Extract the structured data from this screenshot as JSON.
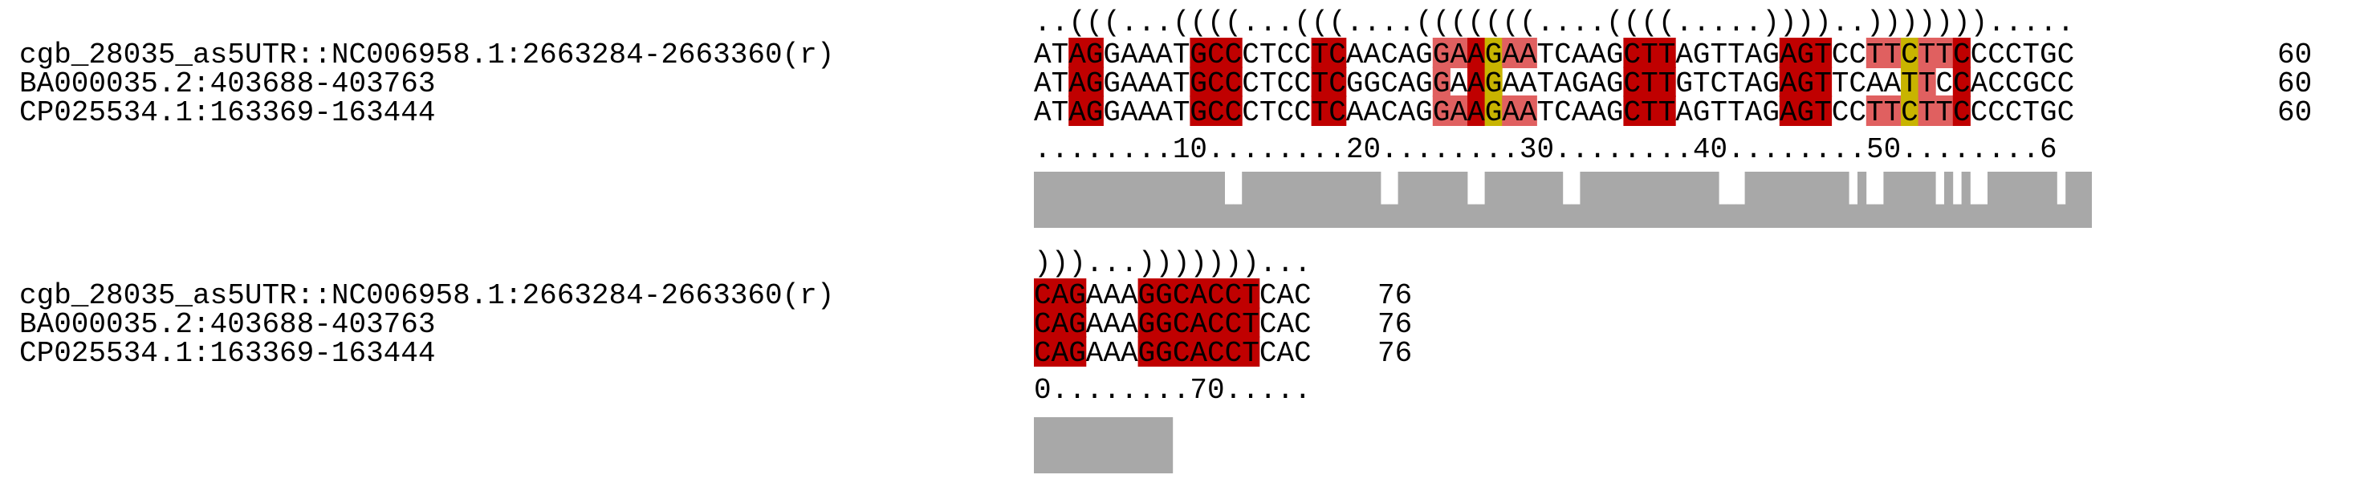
{
  "colors": {
    "paired_strong": "#c00000",
    "paired_light": "#e06060",
    "compensatory": "#c8b400",
    "conservation_bar": "#a8a8a8"
  },
  "blocks": [
    {
      "structure": "..(((...((((...(((....(((((((....((((.....))))..))))))).....",
      "ruler": "........10........20........30........40........50........6",
      "length_labels": [
        "60",
        "60",
        "60"
      ],
      "sequences": [
        {
          "name": "cgb_28035_as5UTR::NC006958.1:2663284-2663360(r)",
          "seq": "ATAGGAAATGCCCTCCTCAACAGGAAGAATCAAGCTTAGTTAGAGTCCTTCTTCCCCTGC"
        },
        {
          "name": "BA000035.2:403688-403763",
          "seq": "ATAGGAAATGCCCTCCTCGGCAGGAAGAATAGAGCTTGTCTAGAGTTCAATTCCACCGCC"
        },
        {
          "name": "CP025534.1:163369-163444",
          "seq": "ATAGGAAATGCCCTCCTCAACAGGAAGAATCAAGCTTAGTTAGAGTCCTTCTTCCCCTGC"
        }
      ],
      "pair_shading": [
        [
          [
            2,
            4,
            "s"
          ],
          [
            9,
            12,
            "s"
          ],
          [
            16,
            18,
            "s"
          ],
          [
            23,
            25,
            "l"
          ],
          [
            25,
            26,
            "s"
          ],
          [
            26,
            27,
            "y"
          ],
          [
            27,
            29,
            "l"
          ],
          [
            34,
            37,
            "s"
          ],
          [
            43,
            46,
            "s"
          ],
          [
            48,
            50,
            "l"
          ],
          [
            50,
            51,
            "y"
          ],
          [
            51,
            53,
            "l"
          ],
          [
            53,
            54,
            "s"
          ]
        ],
        [
          [
            2,
            4,
            "s"
          ],
          [
            9,
            12,
            "s"
          ],
          [
            16,
            18,
            "s"
          ],
          [
            23,
            24,
            "l"
          ],
          [
            25,
            26,
            "s"
          ],
          [
            26,
            27,
            "y"
          ],
          [
            34,
            37,
            "s"
          ],
          [
            43,
            46,
            "s"
          ],
          [
            50,
            51,
            "y"
          ],
          [
            51,
            52,
            "l"
          ],
          [
            53,
            54,
            "s"
          ]
        ],
        [
          [
            2,
            4,
            "s"
          ],
          [
            9,
            12,
            "s"
          ],
          [
            16,
            18,
            "s"
          ],
          [
            23,
            25,
            "l"
          ],
          [
            25,
            26,
            "s"
          ],
          [
            26,
            27,
            "y"
          ],
          [
            27,
            29,
            "l"
          ],
          [
            34,
            37,
            "s"
          ],
          [
            43,
            46,
            "s"
          ],
          [
            48,
            50,
            "l"
          ],
          [
            50,
            51,
            "y"
          ],
          [
            51,
            53,
            "l"
          ],
          [
            53,
            54,
            "s"
          ]
        ]
      ],
      "conservation": [
        1,
        1,
        1,
        1,
        1,
        1,
        1,
        1,
        1,
        1,
        1,
        1,
        1,
        1,
        1,
        1,
        1,
        1,
        1,
        1,
        1,
        1,
        0.42,
        0.42,
        1,
        1,
        1,
        1,
        1,
        1,
        1,
        1,
        1,
        1,
        1,
        1,
        1,
        1,
        1,
        1,
        0.42,
        0.42,
        1,
        1,
        1,
        1,
        1,
        1,
        1,
        1,
        0.42,
        0.42,
        1,
        1,
        1,
        1,
        1,
        1,
        1,
        1,
        1,
        0.42,
        0.42,
        1,
        1,
        1,
        1,
        1,
        1,
        1,
        1,
        1,
        1,
        1,
        1,
        1,
        1,
        1,
        1,
        0.42,
        0.42,
        0.42,
        1,
        1,
        1,
        1,
        1,
        1,
        1,
        1,
        1,
        1,
        1,
        1,
        0.42,
        1,
        0.42,
        0.42,
        1,
        1,
        1,
        1,
        1,
        1,
        0.42,
        1,
        0.42,
        1,
        0.42,
        0.42,
        1,
        1,
        1,
        1,
        1,
        1,
        1,
        1,
        0.42,
        1,
        1,
        1
      ]
    },
    {
      "structure": ")))...)))))))...",
      "ruler": "0........70.....",
      "length_labels": [
        "76",
        "76",
        "76"
      ],
      "sequences": [
        {
          "name": "cgb_28035_as5UTR::NC006958.1:2663284-2663360(r)",
          "seq": "CAGAAAGGCACCTCAC"
        },
        {
          "name": "BA000035.2:403688-403763",
          "seq": "CAGAAAGGCACCTCAC"
        },
        {
          "name": "CP025534.1:163369-163444",
          "seq": "CAGAAAGGCACCTCAC"
        }
      ],
      "pair_shading": [
        [
          [
            0,
            3,
            "s"
          ],
          [
            6,
            13,
            "s"
          ]
        ],
        [
          [
            0,
            3,
            "s"
          ],
          [
            6,
            13,
            "s"
          ]
        ],
        [
          [
            0,
            3,
            "s"
          ],
          [
            6,
            13,
            "s"
          ]
        ]
      ],
      "conservation": [
        1,
        1,
        1,
        1,
        1,
        1,
        1,
        1,
        1,
        1,
        1,
        1,
        1,
        1,
        1,
        1
      ]
    }
  ]
}
